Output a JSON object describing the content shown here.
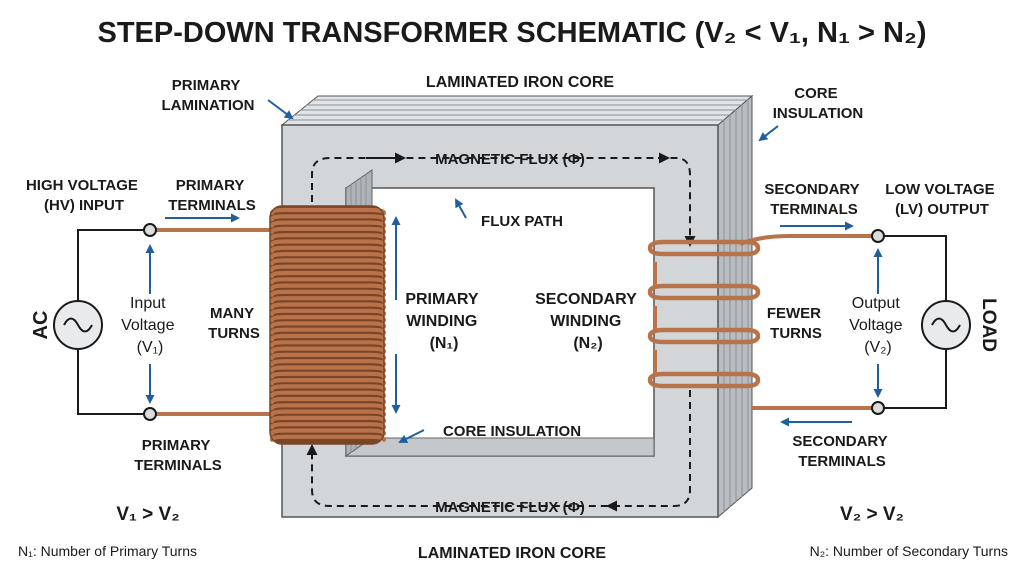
{
  "title": "STEP-DOWN TRANSFORMER SCHEMATIC (V₂ < V₁, N₁ > N₂)",
  "core": {
    "top_label": "LAMINATED IRON CORE",
    "bottom_label": "LAMINATED IRON CORE",
    "primary_lamination": [
      "PRIMARY",
      "LAMINATION"
    ],
    "core_insulation_top": [
      "CORE",
      "INSULATION"
    ],
    "core_insulation_inner": "CORE INSULATION",
    "flux_top": "MAGNETIC FLUX (Φ)",
    "flux_bottom": "MAGNETIC FLUX (Φ)",
    "flux_path": "FLUX PATH"
  },
  "primary": {
    "hv_input": [
      "HIGH VOLTAGE",
      "(HV) INPUT"
    ],
    "terminals_top": [
      "PRIMARY",
      "TERMINALS"
    ],
    "terminals_bottom": [
      "PRIMARY",
      "TERMINALS"
    ],
    "source": "AC",
    "input_voltage": [
      "Input",
      "Voltage",
      "(V₁)"
    ],
    "many_turns": [
      "MANY",
      "TURNS"
    ],
    "winding": [
      "PRIMARY",
      "WINDING",
      "(N₁)"
    ],
    "relation": "V₁ > V₂",
    "legend": "N₁: Number of Primary Turns"
  },
  "secondary": {
    "lv_output": [
      "LOW VOLTAGE",
      "(LV) OUTPUT"
    ],
    "terminals_top": [
      "SECONDARY",
      "TERMINALS"
    ],
    "terminals_bottom": [
      "SECONDARY",
      "TERMINALS"
    ],
    "load": "LOAD",
    "output_voltage": [
      "Output",
      "Voltage",
      "(V₂)"
    ],
    "fewer_turns": [
      "FEWER",
      "TURNS"
    ],
    "winding": [
      "SECONDARY",
      "WINDING",
      "(N₂)"
    ],
    "relation": "V₂ > V₂",
    "legend": "N₂: Number of Secondary Turns"
  },
  "colors": {
    "core_face": "#d3d6d9",
    "core_lamination": "#b9bdc1",
    "copper": "#b8734a",
    "copper_dark": "#7a4526",
    "arrow_blue": "#1f5f9e",
    "text": "#1a1a1a"
  }
}
